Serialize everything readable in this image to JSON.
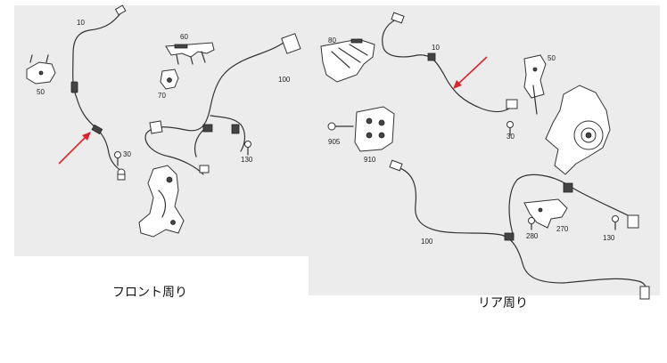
{
  "callouts": [
    {
      "id": "l10",
      "text": "10"
    },
    {
      "id": "l50",
      "text": "50"
    },
    {
      "id": "l60",
      "text": "60"
    },
    {
      "id": "l70",
      "text": "70"
    },
    {
      "id": "l100",
      "text": "100"
    },
    {
      "id": "l30",
      "text": "30"
    },
    {
      "id": "l130",
      "text": "130"
    },
    {
      "id": "r80",
      "text": "80"
    },
    {
      "id": "r10",
      "text": "10"
    },
    {
      "id": "r50",
      "text": "50"
    },
    {
      "id": "r30",
      "text": "30"
    },
    {
      "id": "r905",
      "text": "905"
    },
    {
      "id": "r910",
      "text": "910"
    },
    {
      "id": "r100",
      "text": "100"
    },
    {
      "id": "r280",
      "text": "280"
    },
    {
      "id": "r270",
      "text": "270"
    },
    {
      "id": "r130",
      "text": "130"
    }
  ],
  "captions": {
    "front": "フロント周り",
    "rear": "リア周り"
  },
  "colors": {
    "background_panel": "#ececec",
    "arrow": "#d9262b",
    "line": "#333333"
  }
}
